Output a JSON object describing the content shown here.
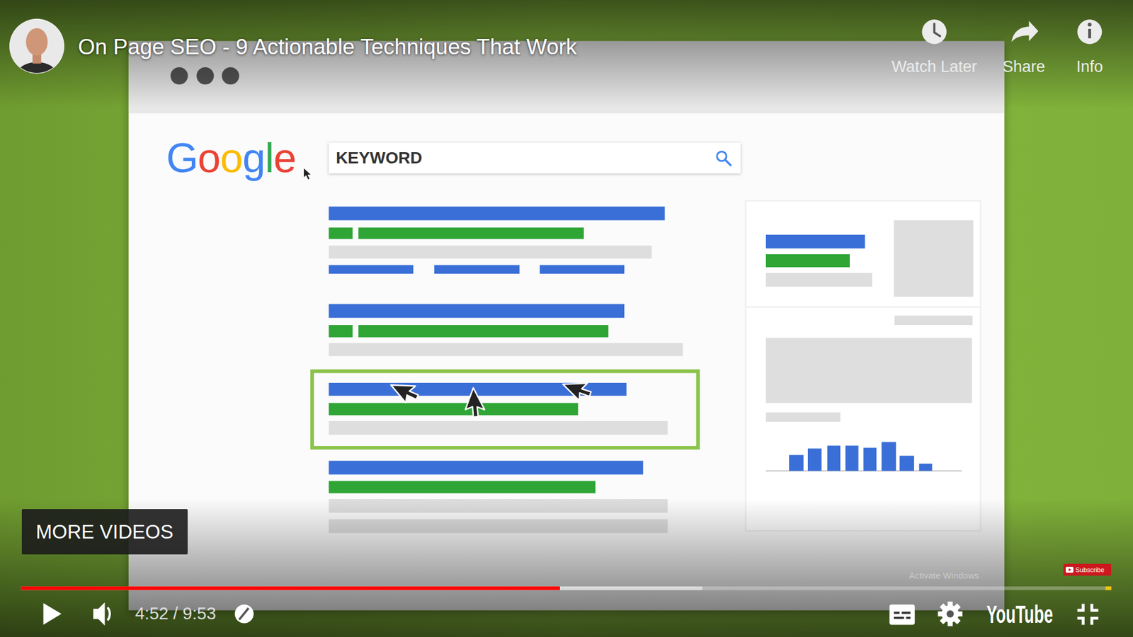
{
  "diagram": {
    "title": "On Page SEO - 9 Actionable Techniques That Work",
    "nodes": [
      {
        "text": [
          "KEYWORD"
        ]
      },
      {
        "text": [
          "MORE VIDEOS"
        ]
      },
      {
        "text": [
          "Subscribe"
        ]
      }
    ],
    "labels": [
      "Watch Later",
      "Share",
      "Info",
      "Google",
      "4:52 / 9:53",
      "YouTube",
      "Activate Windows"
    ]
  }
}
